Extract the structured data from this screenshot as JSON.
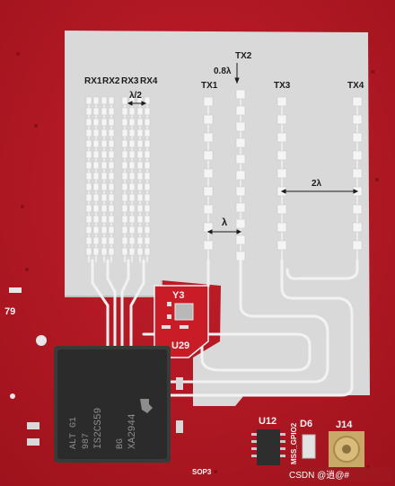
{
  "labels": {
    "rx1": "RX1",
    "rx2": "RX2",
    "rx3": "RX3",
    "rx4": "RX4",
    "half_lambda": "λ/2",
    "tx1": "TX1",
    "tx2": "TX2",
    "tx3": "TX3",
    "tx4": "TX4",
    "offset": "0.8λ",
    "lambda": "λ",
    "two_lambda": "2λ"
  },
  "silkscreen": {
    "y3": "Y3",
    "u29": "U29",
    "u12": "U12",
    "d6": "D6",
    "j14": "J14",
    "gpio": "MSS_GPIO2",
    "sop3": "SOP3",
    "edge": "79"
  },
  "chip_marking": {
    "line1": "XA2944",
    "line2": "BG",
    "line3": "IS2CS59",
    "line4": "987",
    "line5": "ALT G1"
  },
  "watermark": "CSDN @逍@#"
}
